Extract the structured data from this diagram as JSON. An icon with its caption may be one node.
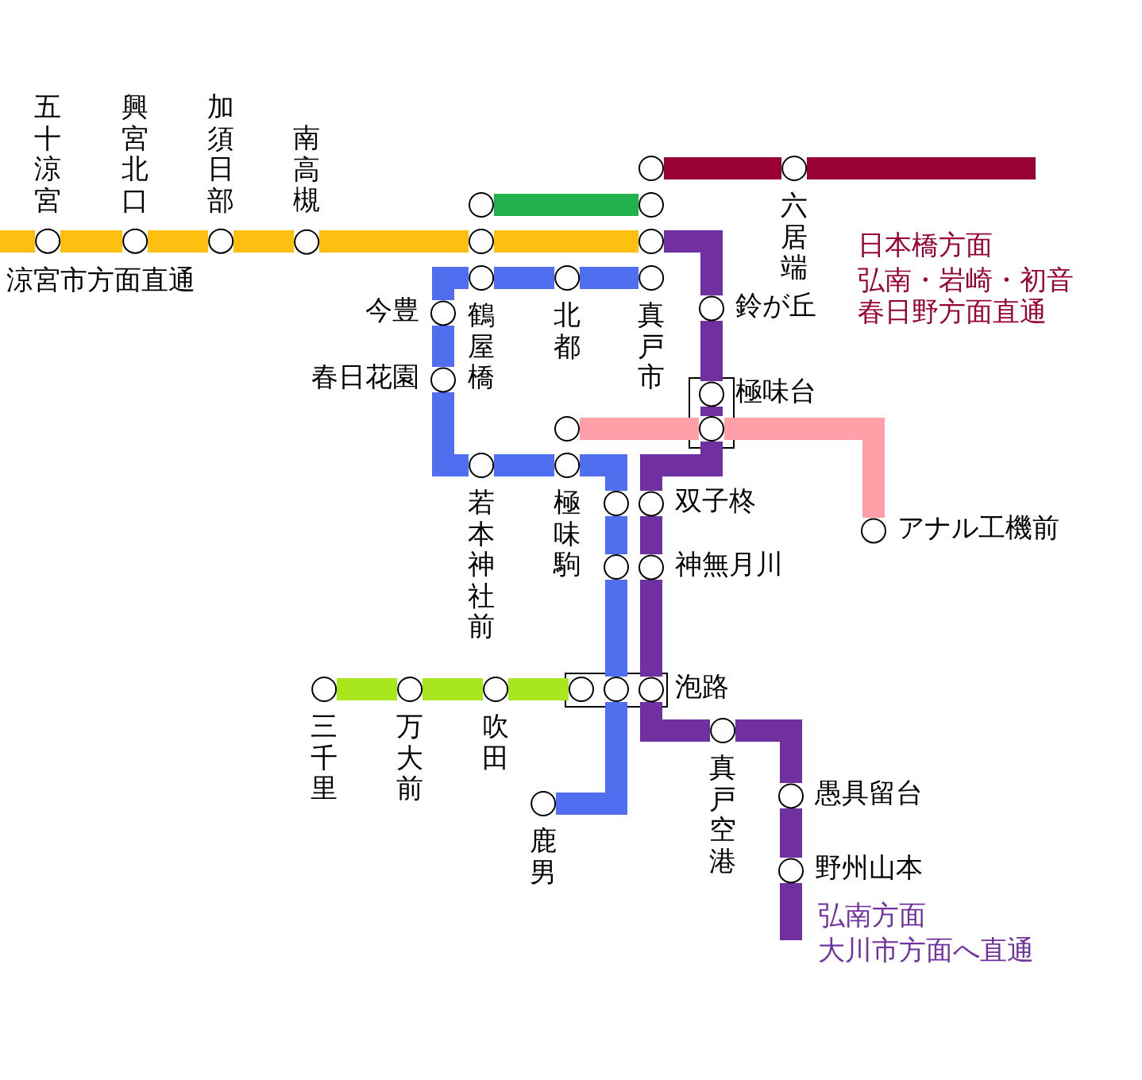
{
  "diagram": {
    "nodes": [
      {
        "text": [],
        "shape": "circle"
      },
      {
        "text": [
          "六居端"
        ]
      },
      {
        "text": [],
        "shape": "circle"
      },
      {
        "text": [],
        "shape": "circle"
      },
      {
        "text": [
          "五十涼宮"
        ]
      },
      {
        "text": [
          "興宮北口"
        ]
      },
      {
        "text": [
          "加須日部"
        ]
      },
      {
        "text": [
          "南高槻"
        ]
      },
      {
        "text": [],
        "shape": "circle"
      },
      {
        "text": [],
        "shape": "circle"
      },
      {
        "text": [
          "鶴屋橋"
        ]
      },
      {
        "text": [
          "北都"
        ]
      },
      {
        "text": [
          "真戸市"
        ]
      },
      {
        "text": [
          "鈴が丘"
        ]
      },
      {
        "text": [
          "今豊"
        ]
      },
      {
        "text": [
          "春日花園"
        ]
      },
      {
        "text": [
          "極味台"
        ]
      },
      {
        "text": [],
        "shape": "circle"
      },
      {
        "text": [],
        "shape": "circle"
      },
      {
        "text": [
          "若本神社前"
        ]
      },
      {
        "text": [
          "極味駒"
        ]
      },
      {
        "text": [],
        "shape": "circle"
      },
      {
        "text": [
          "双子柊"
        ]
      },
      {
        "text": [
          "アナル工機前"
        ]
      },
      {
        "text": [],
        "shape": "circle"
      },
      {
        "text": [
          "神無月川"
        ]
      },
      {
        "text": [
          "三千里"
        ]
      },
      {
        "text": [
          "万大前"
        ]
      },
      {
        "text": [
          "吹田"
        ]
      },
      {
        "text": [],
        "shape": "circle"
      },
      {
        "text": [],
        "shape": "circle"
      },
      {
        "text": [
          "泡路"
        ]
      },
      {
        "text": [
          "真戸空港"
        ]
      },
      {
        "text": [
          "愚具留台"
        ]
      },
      {
        "text": [
          "鹿男"
        ]
      },
      {
        "text": [
          "野州山本"
        ]
      }
    ],
    "edges": [
      {
        "from": 0,
        "to": 1,
        "arrow": "none",
        "color": "#990033"
      },
      {
        "from": 1,
        "to": null,
        "arrow": "none",
        "color": "#990033"
      },
      {
        "from": 2,
        "to": 3,
        "arrow": "none",
        "color": "#22b14c"
      },
      {
        "from": null,
        "to": 4,
        "arrow": "none",
        "color": "#fdbf10"
      },
      {
        "from": 4,
        "to": 5,
        "arrow": "none",
        "color": "#fdbf10"
      },
      {
        "from": 5,
        "to": 6,
        "arrow": "none",
        "color": "#fdbf10"
      },
      {
        "from": 6,
        "to": 7,
        "arrow": "none",
        "color": "#fdbf10"
      },
      {
        "from": 7,
        "to": 8,
        "arrow": "none",
        "color": "#fdbf10"
      },
      {
        "from": 8,
        "to": 9,
        "arrow": "none",
        "color": "#fdbf10"
      },
      {
        "from": 9,
        "to": 13,
        "arrow": "none",
        "color": "#7030a0"
      },
      {
        "from": 13,
        "to": 16,
        "arrow": "none",
        "color": "#7030a0"
      },
      {
        "from": 16,
        "to": 18,
        "arrow": "none",
        "color": "#7030a0"
      },
      {
        "from": 18,
        "to": 22,
        "arrow": "none",
        "color": "#7030a0"
      },
      {
        "from": 22,
        "to": 25,
        "arrow": "none",
        "color": "#7030a0"
      },
      {
        "from": 25,
        "to": 31,
        "arrow": "none",
        "color": "#7030a0"
      },
      {
        "from": 31,
        "to": 32,
        "arrow": "none",
        "color": "#7030a0"
      },
      {
        "from": 32,
        "to": 33,
        "arrow": "none",
        "color": "#7030a0"
      },
      {
        "from": 33,
        "to": 35,
        "arrow": "none",
        "color": "#7030a0"
      },
      {
        "from": 35,
        "to": null,
        "arrow": "none",
        "color": "#7030a0"
      },
      {
        "from": 12,
        "to": 11,
        "arrow": "none",
        "color": "#4f6ef0"
      },
      {
        "from": 11,
        "to": 10,
        "arrow": "none",
        "color": "#4f6ef0"
      },
      {
        "from": 10,
        "to": 14,
        "arrow": "none",
        "color": "#4f6ef0"
      },
      {
        "from": 14,
        "to": 15,
        "arrow": "none",
        "color": "#4f6ef0"
      },
      {
        "from": 15,
        "to": 19,
        "arrow": "none",
        "color": "#4f6ef0"
      },
      {
        "from": 19,
        "to": 20,
        "arrow": "none",
        "color": "#4f6ef0"
      },
      {
        "from": 20,
        "to": 21,
        "arrow": "none",
        "color": "#4f6ef0"
      },
      {
        "from": 21,
        "to": 24,
        "arrow": "none",
        "color": "#4f6ef0"
      },
      {
        "from": 24,
        "to": 30,
        "arrow": "none",
        "color": "#4f6ef0"
      },
      {
        "from": 30,
        "to": 34,
        "arrow": "none",
        "color": "#4f6ef0"
      },
      {
        "from": 17,
        "to": 18,
        "arrow": "none",
        "color": "#ffa0a8"
      },
      {
        "from": 18,
        "to": 23,
        "arrow": "none",
        "color": "#ffa0a8"
      },
      {
        "from": 26,
        "to": 27,
        "arrow": "none",
        "color": "#a8e61e"
      },
      {
        "from": 27,
        "to": 28,
        "arrow": "none",
        "color": "#a8e61e"
      },
      {
        "from": 28,
        "to": 29,
        "arrow": "none",
        "color": "#a8e61e"
      }
    ],
    "labels": [
      "涼宮市方面直通",
      "日本橋方面",
      "弘南・岩崎・初音春日野方面直通",
      "弘南方面",
      "大川市方面へ直通"
    ]
  }
}
